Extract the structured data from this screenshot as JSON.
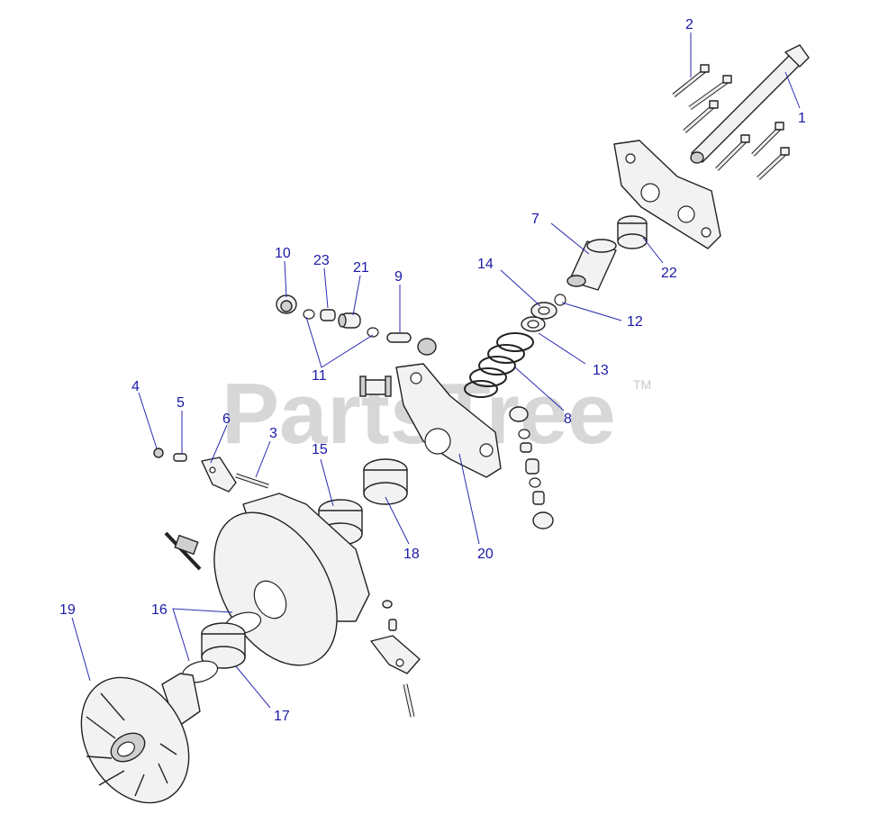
{
  "watermark": {
    "text": "PartsTree",
    "tm": "TM"
  },
  "callouts": [
    {
      "id": "1",
      "label": "1"
    },
    {
      "id": "2",
      "label": "2"
    },
    {
      "id": "3",
      "label": "3"
    },
    {
      "id": "4",
      "label": "4"
    },
    {
      "id": "5",
      "label": "5"
    },
    {
      "id": "6",
      "label": "6"
    },
    {
      "id": "7",
      "label": "7"
    },
    {
      "id": "8",
      "label": "8"
    },
    {
      "id": "9",
      "label": "9"
    },
    {
      "id": "10",
      "label": "10"
    },
    {
      "id": "11",
      "label": "11"
    },
    {
      "id": "12",
      "label": "12"
    },
    {
      "id": "13",
      "label": "13"
    },
    {
      "id": "14",
      "label": "14"
    },
    {
      "id": "15",
      "label": "15"
    },
    {
      "id": "16",
      "label": "16"
    },
    {
      "id": "17",
      "label": "17"
    },
    {
      "id": "18",
      "label": "18"
    },
    {
      "id": "19",
      "label": "19"
    },
    {
      "id": "20",
      "label": "20"
    },
    {
      "id": "21",
      "label": "21"
    },
    {
      "id": "22",
      "label": "22"
    },
    {
      "id": "23",
      "label": "23"
    }
  ],
  "colors": {
    "label": "#1a1aa6",
    "leader": "#2a2ab0",
    "watermark": "#d0d0d0"
  }
}
